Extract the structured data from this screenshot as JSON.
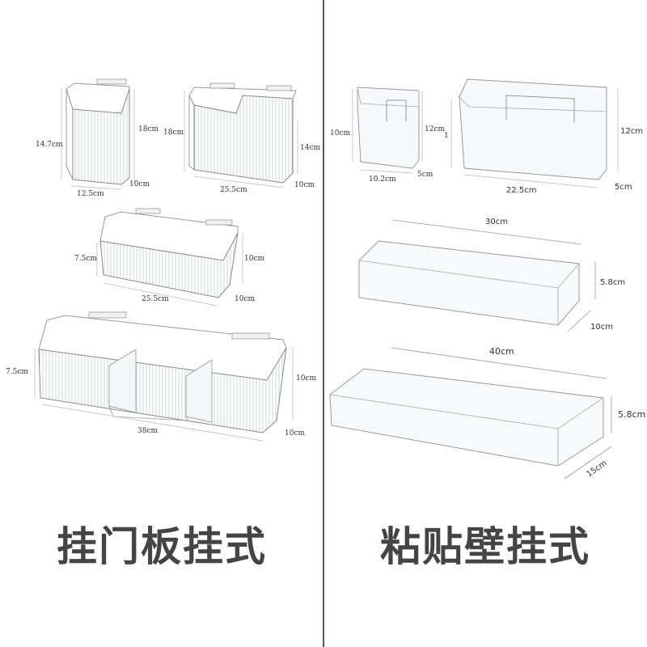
{
  "left": {
    "caption": "挂门板挂式",
    "items": [
      {
        "height": "14.7cm",
        "back": "18cm",
        "width": "12.5cm",
        "depth": "10cm"
      },
      {
        "height": "18cm",
        "front": "14cm",
        "width": "25.5cm",
        "depth": "10cm"
      },
      {
        "height": "7.5cm",
        "back": "10cm",
        "width": "25.5cm",
        "depth": "10cm"
      },
      {
        "height": "7.5cm",
        "back": "10cm",
        "width": "38cm",
        "depth": "10cm"
      }
    ]
  },
  "right": {
    "caption": "粘贴壁挂式",
    "items": [
      {
        "height": "10cm",
        "back": "12cm",
        "extra": "1",
        "width": "10.2cm",
        "depth": "5cm"
      },
      {
        "height": "12cm",
        "width": "22.5cm",
        "depth": "5cm"
      },
      {
        "length": "30cm",
        "height": "5.8cm",
        "depth": "10cm"
      },
      {
        "length": "40cm",
        "height": "5.8cm",
        "depth": "15cm"
      }
    ]
  }
}
